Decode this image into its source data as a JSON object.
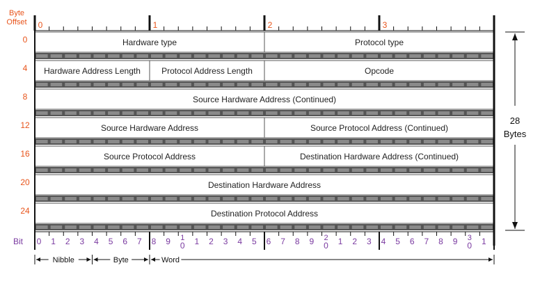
{
  "header": {
    "byte_offset_label": [
      "Byte",
      "Offset"
    ],
    "top_byte_numbers": [
      "0",
      "1",
      "2",
      "3"
    ]
  },
  "row_offsets": [
    "0",
    "4",
    "8",
    "12",
    "16",
    "20",
    "24"
  ],
  "rows": [
    [
      {
        "label": "Hardware type",
        "start": 0,
        "end": 16
      },
      {
        "label": "Protocol type",
        "start": 16,
        "end": 32
      }
    ],
    [
      {
        "label": "Hardware Address Length",
        "start": 0,
        "end": 8
      },
      {
        "label": "Protocol Address Length",
        "start": 8,
        "end": 16
      },
      {
        "label": "Opcode",
        "start": 16,
        "end": 32
      }
    ],
    [
      {
        "label": "Source Hardware Address (Continued)",
        "start": 0,
        "end": 32
      }
    ],
    [
      {
        "label": "Source Hardware Address",
        "start": 0,
        "end": 16
      },
      {
        "label": "Source Protocol Address (Continued)",
        "start": 16,
        "end": 32
      }
    ],
    [
      {
        "label": "Source Protocol Address",
        "start": 0,
        "end": 16
      },
      {
        "label": "Destination Hardware Address (Continued)",
        "start": 16,
        "end": 32
      }
    ],
    [
      {
        "label": "Destination Hardware Address",
        "start": 0,
        "end": 32
      }
    ],
    [
      {
        "label": "Destination Protocol Address",
        "start": 0,
        "end": 32
      }
    ]
  ],
  "bit_axis": {
    "label": "Bit",
    "bits": [
      {
        "top": "",
        "bottom": "0"
      },
      {
        "top": "",
        "bottom": "1"
      },
      {
        "top": "",
        "bottom": "2"
      },
      {
        "top": "",
        "bottom": "3"
      },
      {
        "top": "",
        "bottom": "4"
      },
      {
        "top": "",
        "bottom": "5"
      },
      {
        "top": "",
        "bottom": "6"
      },
      {
        "top": "",
        "bottom": "7"
      },
      {
        "top": "",
        "bottom": "8"
      },
      {
        "top": "",
        "bottom": "9"
      },
      {
        "top": "1",
        "bottom": "0"
      },
      {
        "top": "",
        "bottom": "1"
      },
      {
        "top": "",
        "bottom": "2"
      },
      {
        "top": "",
        "bottom": "3"
      },
      {
        "top": "",
        "bottom": "4"
      },
      {
        "top": "",
        "bottom": "5"
      },
      {
        "top": "",
        "bottom": "6"
      },
      {
        "top": "",
        "bottom": "7"
      },
      {
        "top": "",
        "bottom": "8"
      },
      {
        "top": "",
        "bottom": "9"
      },
      {
        "top": "2",
        "bottom": "0"
      },
      {
        "top": "",
        "bottom": "1"
      },
      {
        "top": "",
        "bottom": "2"
      },
      {
        "top": "",
        "bottom": "3"
      },
      {
        "top": "",
        "bottom": "4"
      },
      {
        "top": "",
        "bottom": "5"
      },
      {
        "top": "",
        "bottom": "6"
      },
      {
        "top": "",
        "bottom": "7"
      },
      {
        "top": "",
        "bottom": "8"
      },
      {
        "top": "",
        "bottom": "9"
      },
      {
        "top": "3",
        "bottom": "0"
      },
      {
        "top": "",
        "bottom": "1"
      }
    ]
  },
  "spans": [
    {
      "label": "Nibble",
      "bits": 4
    },
    {
      "label": "Byte",
      "bits": 8
    },
    {
      "label": "Word",
      "bits": 32
    }
  ],
  "total": {
    "line1": "28",
    "line2": "Bytes"
  },
  "colors": {
    "offset_text": "#e8541b",
    "bit_text": "#7a3aa0",
    "box_border": "#555555",
    "separator_bar": "#555555",
    "rule": "#111111"
  }
}
